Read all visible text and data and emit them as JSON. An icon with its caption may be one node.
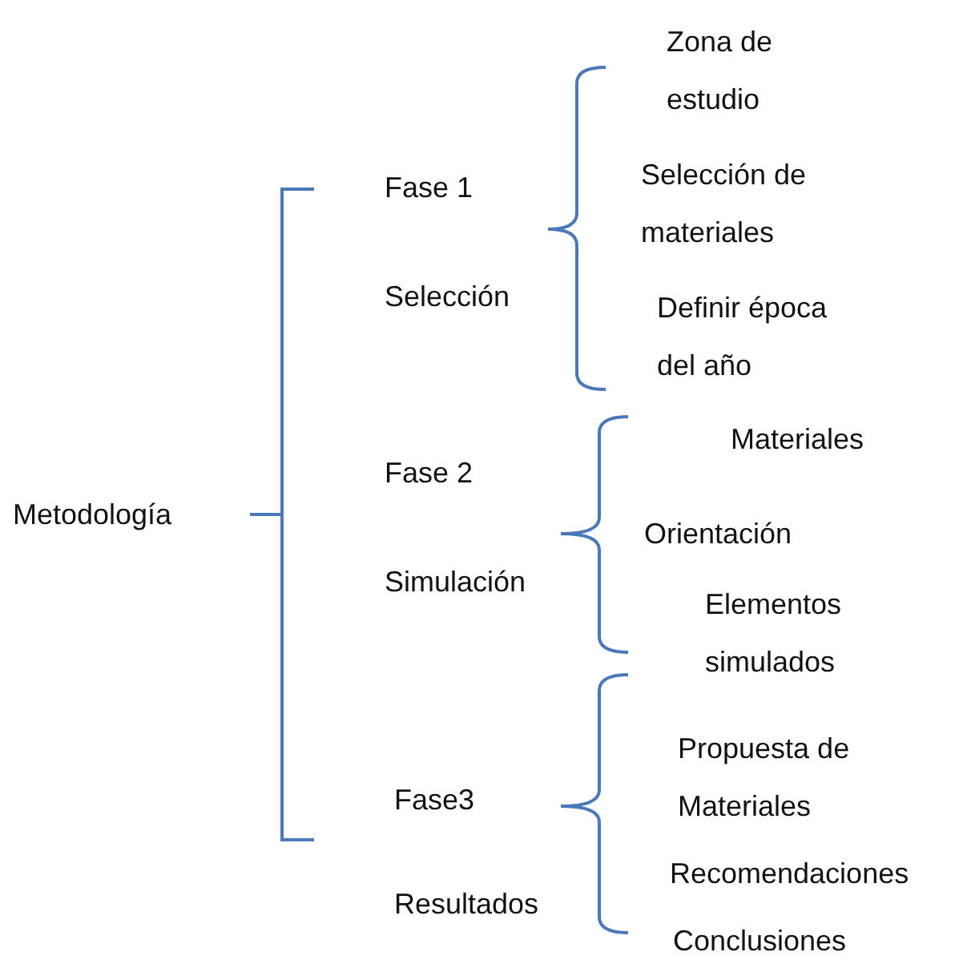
{
  "diagram": {
    "labels": [
      "Metodología",
      "Fase 1",
      "Selección",
      "Zona de estudio",
      "Selección de materiales",
      "Definir época del año",
      "Fase 2",
      "Simulación",
      "Materiales",
      "Orientación",
      "Elementos simulados",
      "Fase3",
      "Resultados",
      "Propuesta de Materiales",
      "Recomendaciones",
      "Conclusiones"
    ]
  }
}
